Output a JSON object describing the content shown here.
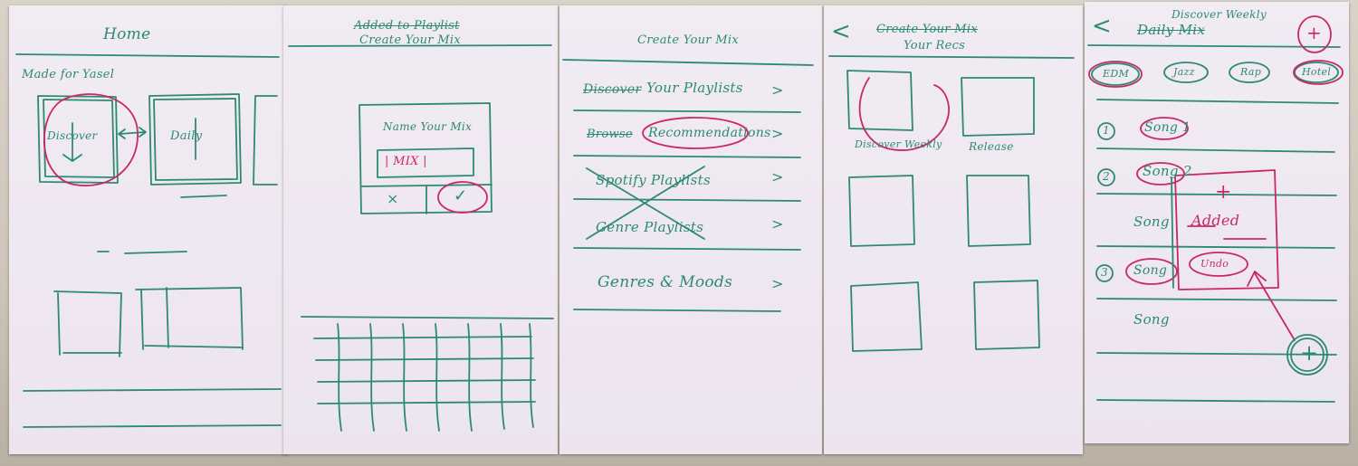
{
  "colors": {
    "ink_green": "#2c8a73",
    "ink_pink": "#c8286a",
    "paper": "#efe9f0"
  },
  "sheet1": {
    "title": "Home",
    "section": "Made for Yasel",
    "card1": "Discover",
    "card2": "Daily"
  },
  "sheet2": {
    "title_struck": "Added to Playlist",
    "title": "Create Your Mix",
    "dialog_title": "Name Your Mix",
    "input_value": "| MIX |",
    "cancel": "×",
    "confirm": "✓"
  },
  "sheet3": {
    "title": "Create Your Mix",
    "items": [
      {
        "struck": "Discover",
        "label": "Your Playlists",
        "arrow": ">"
      },
      {
        "struck": "Browse",
        "label": "Recommendations",
        "arrow": ">"
      },
      {
        "label": "Spotify Playlists",
        "arrow": ">"
      },
      {
        "label": "Genre Playlists",
        "arrow": ">"
      },
      {
        "label": "Genres & Moods",
        "arrow": ">"
      }
    ]
  },
  "sheet4": {
    "back": "<",
    "title_struck": "Create Your Mix",
    "title": "Your Recs",
    "label1": "Discover Weekly",
    "label2": "Release"
  },
  "sheet5": {
    "back": "<",
    "title_top": "Discover Weekly",
    "title_struck": "Daily Mix",
    "add_icon": "+",
    "chips": [
      "EDM",
      "Jazz",
      "Rap",
      "Hotel"
    ],
    "songs": [
      {
        "num": "1",
        "label": "Song 1"
      },
      {
        "num": "2",
        "label": "Song 2"
      },
      {
        "num": "",
        "label": "Song"
      },
      {
        "num": "3",
        "label": "Song"
      },
      {
        "num": "",
        "label": "Song"
      }
    ],
    "toast_plus": "+",
    "toast": "Added",
    "undo": "Undo",
    "fab": "+"
  }
}
